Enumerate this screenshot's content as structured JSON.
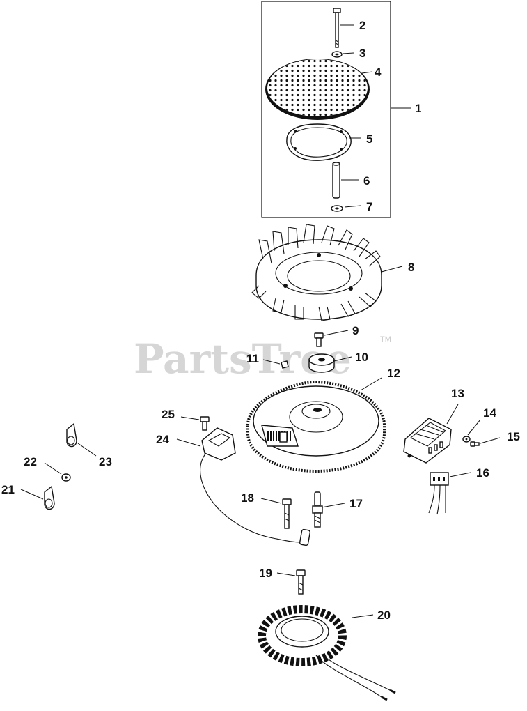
{
  "watermark": {
    "text": "PartsTree",
    "trademark": "TM"
  },
  "callouts": {
    "p1": "1",
    "p2": "2",
    "p3": "3",
    "p4": "4",
    "p5": "5",
    "p6": "6",
    "p7": "7",
    "p8": "8",
    "p9": "9",
    "p10": "10",
    "p11": "11",
    "p12": "12",
    "p13": "13",
    "p14": "14",
    "p15": "15",
    "p16": "16",
    "p17": "17",
    "p18": "18",
    "p19": "19",
    "p20": "20",
    "p21": "21",
    "p22": "22",
    "p23": "23",
    "p24": "24",
    "p25": "25"
  },
  "colors": {
    "line": "#111111",
    "watermark": "#c9c9c9",
    "background": "#ffffff"
  }
}
